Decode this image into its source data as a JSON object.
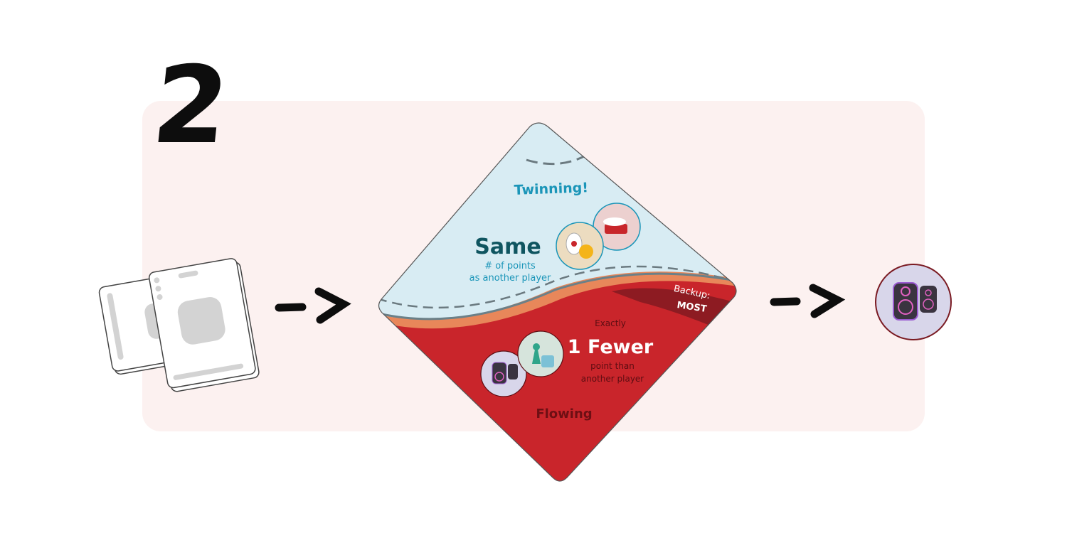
{
  "step_number": "2",
  "card": {
    "top_name": "Twinning!",
    "top_title": "Same",
    "top_desc_line1": "# of points",
    "top_desc_line2": "as another player",
    "backup_line1": "Backup:",
    "backup_line2": "MOST",
    "bottom_pre": "Exactly",
    "bottom_title": "1 Fewer",
    "bottom_desc_line1": "point than",
    "bottom_desc_line2": "another player",
    "bottom_name": "Flowing"
  },
  "colors": {
    "panel": "#fcf1f0",
    "card_top": "#d8ecf3",
    "card_bottom": "#c9252b",
    "teal_text": "#1a95b8",
    "dark_teal": "#0f5560",
    "dark_red_text": "#6e0f14"
  }
}
